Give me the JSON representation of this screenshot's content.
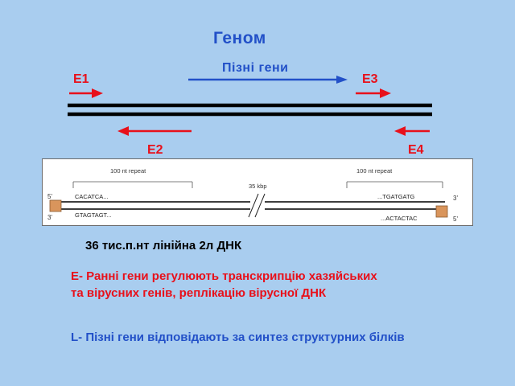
{
  "title": "Геном",
  "late_genes_label": "Пізні гени",
  "early_genes": {
    "e1": "E1",
    "e2": "E2",
    "e3": "E3",
    "e4": "E4"
  },
  "inset": {
    "repeat_left": "100 nt repeat",
    "repeat_right": "100 nt repeat",
    "length": "35 kbp",
    "top_left_end": "5'",
    "bottom_left_end": "3'",
    "top_right_end": "3'",
    "bottom_right_end": "5'",
    "seq_top_left": "CACATCA...",
    "seq_bottom_left": "GTAGTAGT...",
    "seq_top_right": "...TGATGATG",
    "seq_bottom_right": "...ACTACTAC"
  },
  "summary": "36 тис.п.нт лінійна 2л ДНК",
  "note_early_line1": "E- Ранні гени регулюють транскрипцію хазяйських",
  "note_early_line2": "та вірусних генів, реплікацію вірусної ДНК",
  "note_late": "L- Пізні гени  відповідають за синтез структурних білків",
  "colors": {
    "background": "#a9cdef",
    "blue": "#2250c8",
    "red": "#e8101a",
    "terminal_protein": "#d9955c"
  }
}
